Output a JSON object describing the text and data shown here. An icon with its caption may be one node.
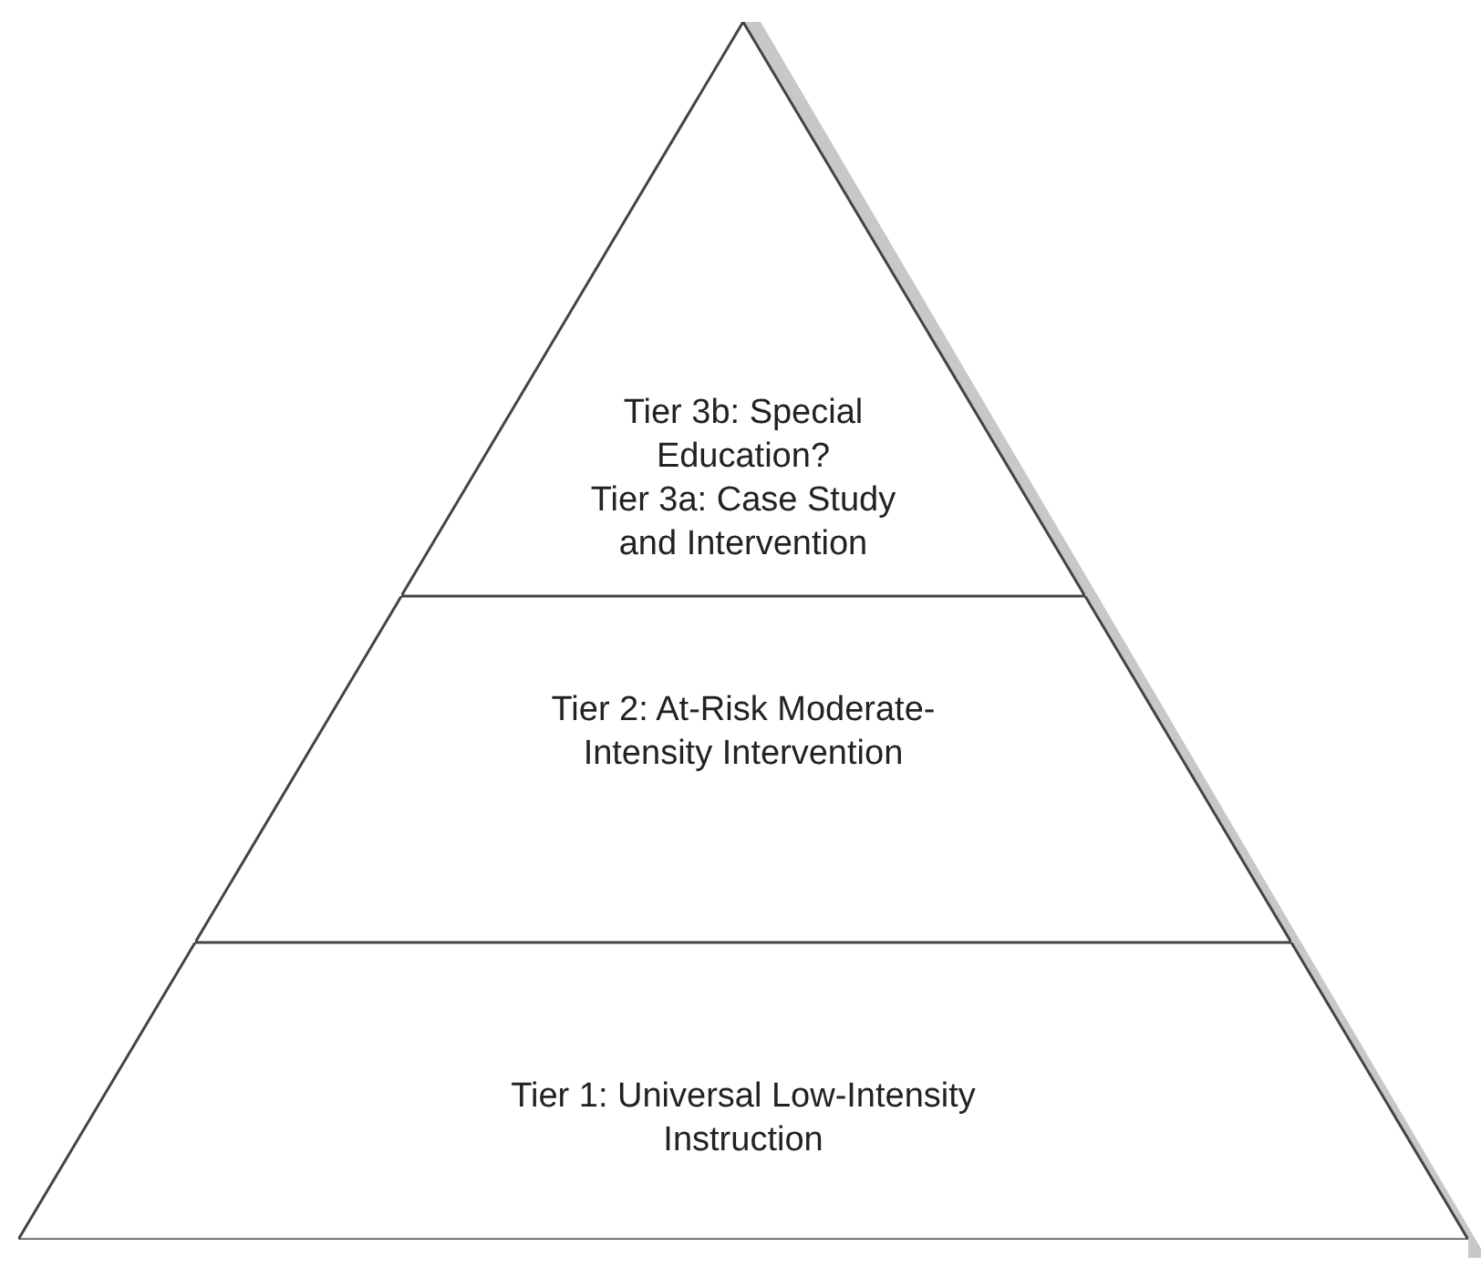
{
  "diagram": {
    "nodes": [
      {
        "text": [
          "Tier 3b: Special Education?",
          "Tier 3a: Case Study and Intervention"
        ]
      },
      {
        "text": [
          "Tier 2: At-Risk Moderate-Intensity Intervention"
        ]
      },
      {
        "text": [
          "Tier 1: Universal Low-Intensity Instruction"
        ]
      }
    ]
  }
}
